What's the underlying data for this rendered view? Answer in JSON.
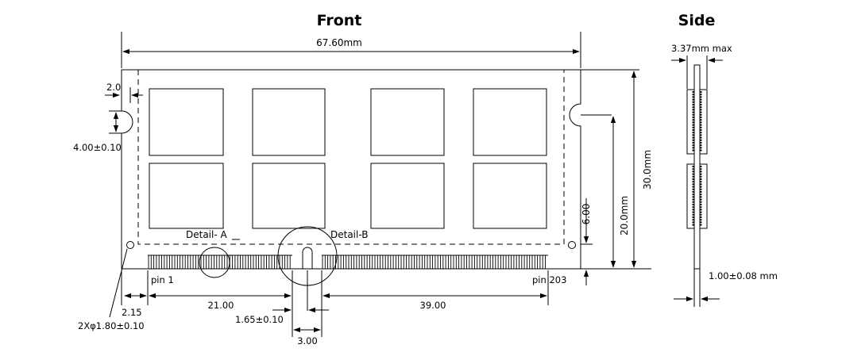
{
  "titles": {
    "front": "Front",
    "side": "Side"
  },
  "dimensions": {
    "overall_width": "67.60mm",
    "edge_offset": "2.0",
    "notch_height": "4.00±0.10",
    "detail_a": "Detail- A",
    "detail_b": "Detail-B",
    "keep_out": "6.00",
    "height_20": "20.0mm",
    "height_30": "30.0mm",
    "pin_first": "pin 1",
    "pin_last": "pin 203",
    "pitch_215": "2.15",
    "hole": "2Xφ1.80±0.10",
    "left_span": "21.00",
    "right_span": "39.00",
    "key_width": "1.65±0.10",
    "key_gap": "3.00",
    "side_max": "3.37mm max",
    "side_pcb": "1.00±0.08 mm"
  }
}
